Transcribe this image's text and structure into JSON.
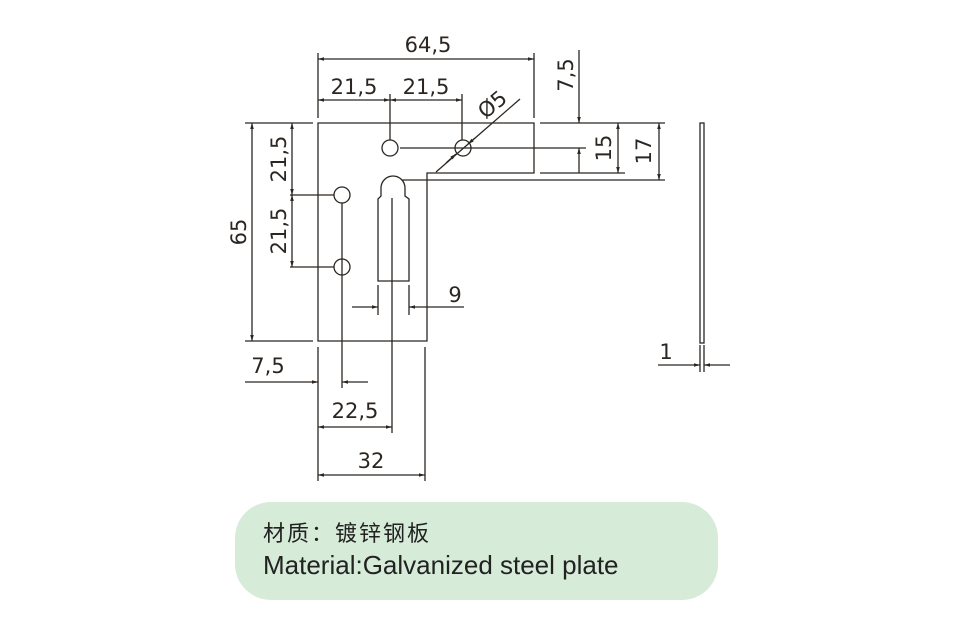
{
  "dimensions": {
    "overall_width": "64,5",
    "hole_spacing_top_1": "21,5",
    "hole_spacing_top_2": "21,5",
    "hole_diameter": "Ø5",
    "top_offset": "7,5",
    "arm_width": "15",
    "arm_width_outer": "17",
    "overall_height": "65",
    "hole_spacing_left_1": "21,5",
    "hole_spacing_left_2": "21,5",
    "slot_width": "9",
    "left_offset": "7,5",
    "slot_offset": "22,5",
    "leg_width": "32",
    "thickness": "1"
  },
  "material": {
    "chinese": "材质：镀锌钢板",
    "english": "Material:Galvanized steel plate"
  }
}
